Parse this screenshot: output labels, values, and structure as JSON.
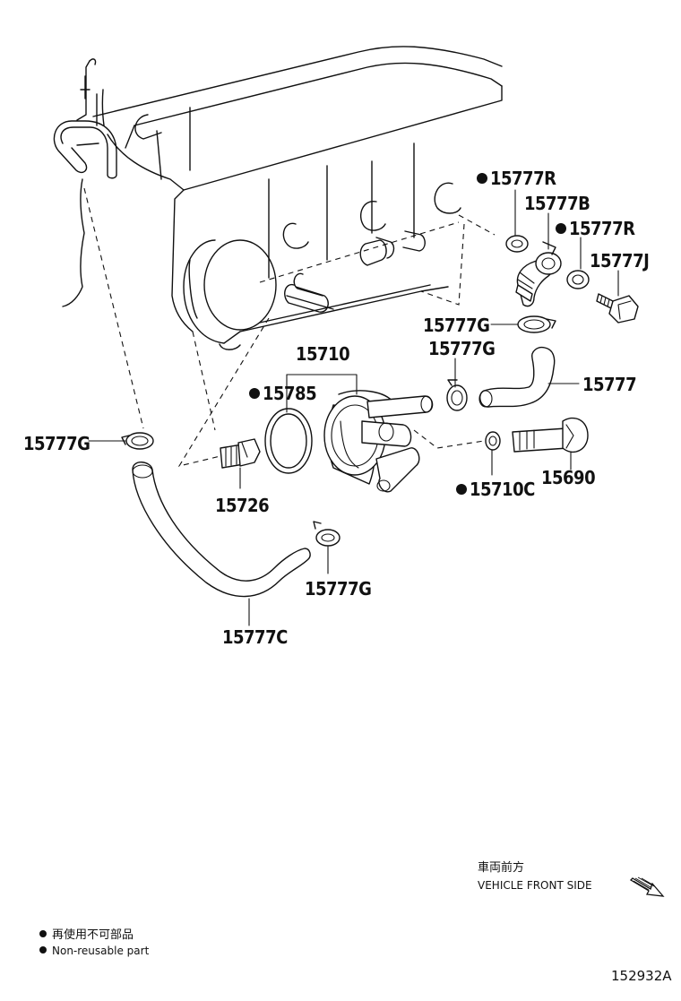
{
  "labels": {
    "l_15777R_a": "15777R",
    "l_15777B": "15777B",
    "l_15777R_b": "15777R",
    "l_15777J": "15777J",
    "l_15777G_a": "15777G",
    "l_15777G_b": "15777G",
    "l_15777": "15777",
    "l_15710": "15710",
    "l_15785": "15785",
    "l_15777G_c": "15777G",
    "l_15726": "15726",
    "l_15710C": "15710C",
    "l_15690": "15690",
    "l_15777G_d": "15777G",
    "l_15777C": "15777C"
  },
  "direction": {
    "jp": "車両前方",
    "en": "VEHICLE FRONT SIDE"
  },
  "legend": {
    "jp": "再使用不可部品",
    "en": "Non-reusable part"
  },
  "diagram_code": "152932A"
}
